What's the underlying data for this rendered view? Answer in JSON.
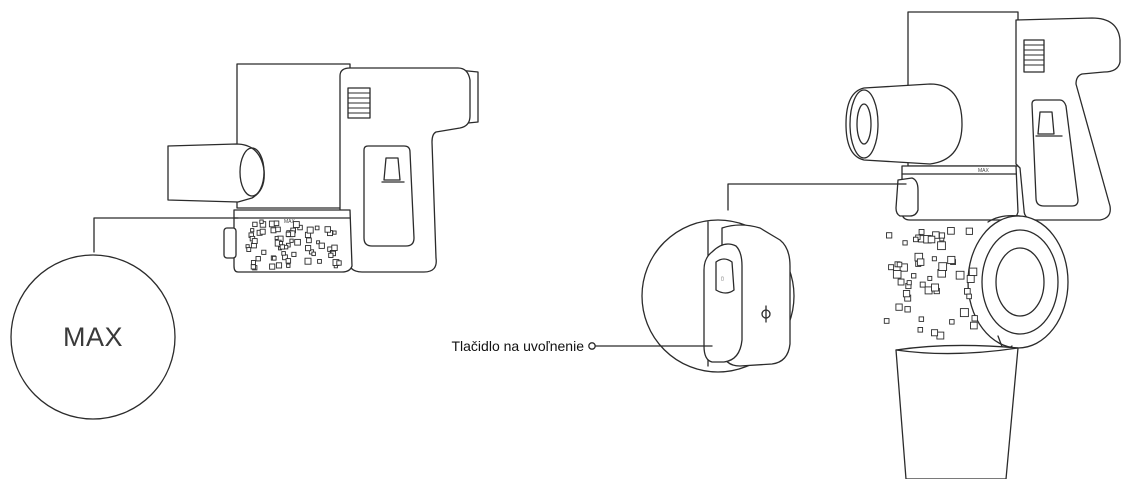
{
  "diagram": {
    "left_view": {
      "callout_label": "MAX",
      "bin_mark": "MAX"
    },
    "right_view": {
      "bin_mark": "MAX",
      "release_button_caption": "Tlačidlo na uvoľnenie"
    }
  },
  "colors": {
    "line": "#2b2b2b",
    "background": "#ffffff"
  }
}
